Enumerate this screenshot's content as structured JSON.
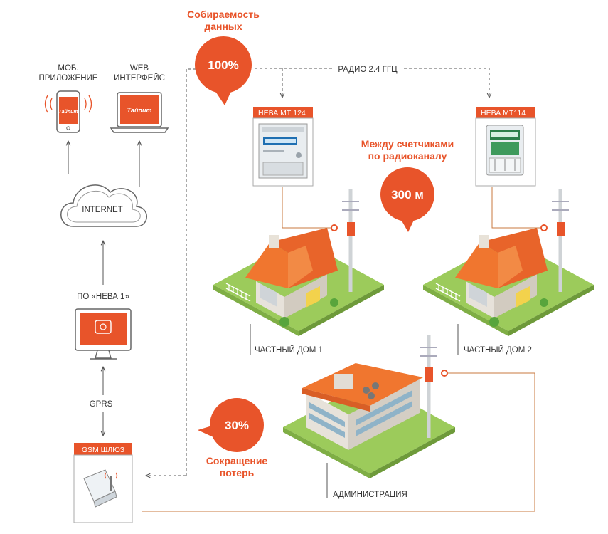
{
  "metrics": {
    "collection_value": "100%",
    "collection_caption": [
      "Собираемость",
      "данных"
    ],
    "distance_value": "300 м",
    "distance_caption": [
      "Между счетчиками",
      "по радиоканалу"
    ],
    "loss_value": "30%",
    "loss_caption": [
      "Сокращение",
      "потерь"
    ]
  },
  "labels": {
    "mobile_app": [
      "МОБ.",
      "ПРИЛОЖЕНИЕ"
    ],
    "web_interface": [
      "WEB",
      "ИНТЕРФЕЙС"
    ],
    "internet": "INTERNET",
    "software": "ПО «НЕВА 1»",
    "gprs": "GPRS",
    "gsm_gateway": "GSM ШЛЮЗ",
    "radio": "РАДИО 2.4 ГГЦ",
    "meter_1": "НЕВА МТ 124",
    "meter_2": "НЕВА МТ114",
    "house_1": "ЧАСТНЫЙ ДОМ 1",
    "house_2": "ЧАСТНЫЙ ДОМ 2",
    "administration": "АДМИНИСТРАЦИЯ",
    "brand_logo": "Тайпит"
  },
  "colors": {
    "accent": "#e8542a",
    "grass": "#9ccb5b",
    "roof": "#f0762f",
    "line": "#555555"
  }
}
